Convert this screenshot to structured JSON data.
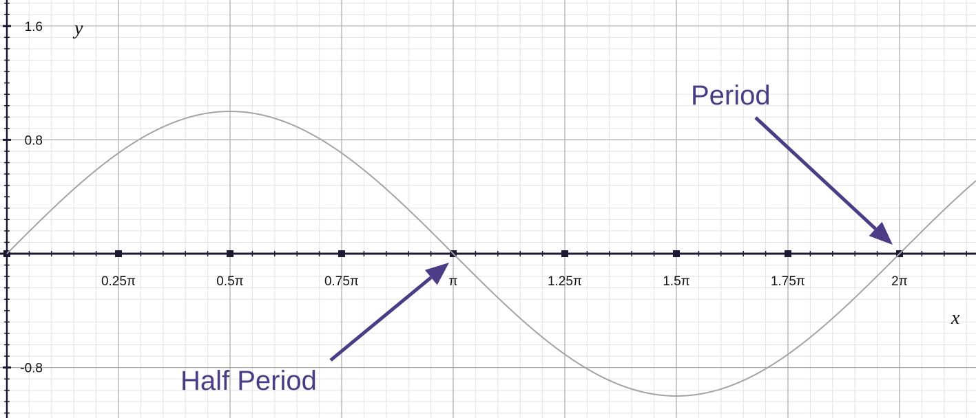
{
  "chart_data": {
    "type": "line",
    "function": "y = sin(x)",
    "xlabel": "x",
    "ylabel": "y",
    "x_ticks": [
      {
        "value": 0.25,
        "label": "0.25π"
      },
      {
        "value": 0.5,
        "label": "0.5π"
      },
      {
        "value": 0.75,
        "label": "0.75π"
      },
      {
        "value": 1.0,
        "label": "π"
      },
      {
        "value": 1.25,
        "label": "1.25π"
      },
      {
        "value": 1.5,
        "label": "1.5π"
      },
      {
        "value": 1.75,
        "label": "1.75π"
      },
      {
        "value": 2.0,
        "label": "2π"
      }
    ],
    "y_ticks": [
      {
        "value": 1.6,
        "label": "1.6"
      },
      {
        "value": 0.8,
        "label": "0.8"
      },
      {
        "value": -0.8,
        "label": "-0.8"
      }
    ],
    "xlim_pi": [
      0,
      2.19
    ],
    "ylim": [
      -1.15,
      1.76
    ],
    "grid": true,
    "series": [
      {
        "x_pi": [
          0,
          0.125,
          0.25,
          0.375,
          0.5,
          0.625,
          0.75,
          0.875,
          1.0,
          1.125,
          1.25,
          1.375,
          1.5,
          1.625,
          1.75,
          1.875,
          2.0,
          2.125
        ],
        "y": [
          0,
          0.383,
          0.707,
          0.924,
          1.0,
          0.924,
          0.707,
          0.383,
          0,
          -0.383,
          -0.707,
          -0.924,
          -1.0,
          -0.924,
          -0.707,
          -0.383,
          0,
          0.383
        ]
      }
    ],
    "annotations": [
      {
        "text": "Half Period",
        "points_to_x_pi": 1.0
      },
      {
        "text": "Period",
        "points_to_x_pi": 2.0
      }
    ],
    "colors": {
      "curve": "#a3a3a3",
      "axis": "#1c1a33",
      "annotation": "#4a3d86",
      "major_grid": "#a9a9a9",
      "minor_grid": "#e2e2e2"
    }
  }
}
